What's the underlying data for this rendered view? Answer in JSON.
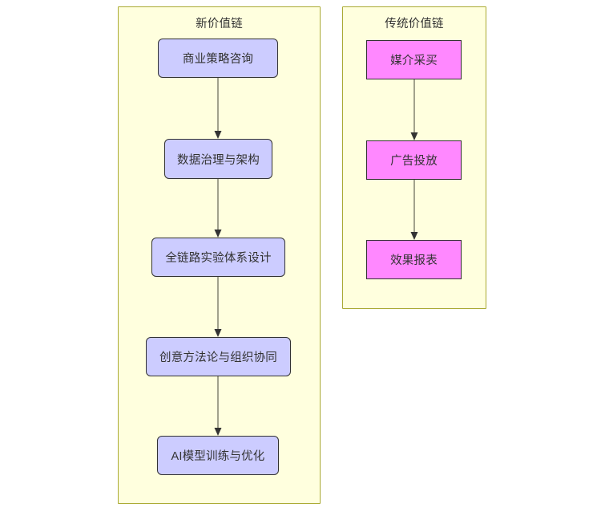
{
  "diagram": {
    "type": "flowchart",
    "direction": "top-to-bottom",
    "clusters": [
      {
        "id": "new_chain",
        "title": "新价值链",
        "fill_color": "#ffffde",
        "border_color": "#aaaa33",
        "node_fill_color": "#ccccff",
        "node_border_color": "#333333",
        "node_shape": "rounded-rectangle",
        "nodes": [
          {
            "id": "n1",
            "label": "商业策略咨询"
          },
          {
            "id": "n2",
            "label": "数据治理与架构"
          },
          {
            "id": "n3",
            "label": "全链路实验体系设计"
          },
          {
            "id": "n4",
            "label": "创意方法论与组织协同"
          },
          {
            "id": "n5",
            "label": "AI模型训练与优化"
          }
        ],
        "edges": [
          {
            "from": "n1",
            "to": "n2"
          },
          {
            "from": "n2",
            "to": "n3"
          },
          {
            "from": "n3",
            "to": "n4"
          },
          {
            "from": "n4",
            "to": "n5"
          }
        ]
      },
      {
        "id": "traditional_chain",
        "title": "传统价值链",
        "fill_color": "#ffffde",
        "border_color": "#aaaa33",
        "node_fill_color": "#ff88ff",
        "node_border_color": "#333333",
        "node_shape": "rectangle",
        "nodes": [
          {
            "id": "t1",
            "label": "媒介采买"
          },
          {
            "id": "t2",
            "label": "广告投放"
          },
          {
            "id": "t3",
            "label": "效果报表"
          }
        ],
        "edges": [
          {
            "from": "t1",
            "to": "t2"
          },
          {
            "from": "t2",
            "to": "t3"
          }
        ]
      }
    ],
    "edge_color": "#8a8a77",
    "arrowhead_color": "#333333",
    "text_color": "#333333",
    "background_color": "#ffffff"
  }
}
